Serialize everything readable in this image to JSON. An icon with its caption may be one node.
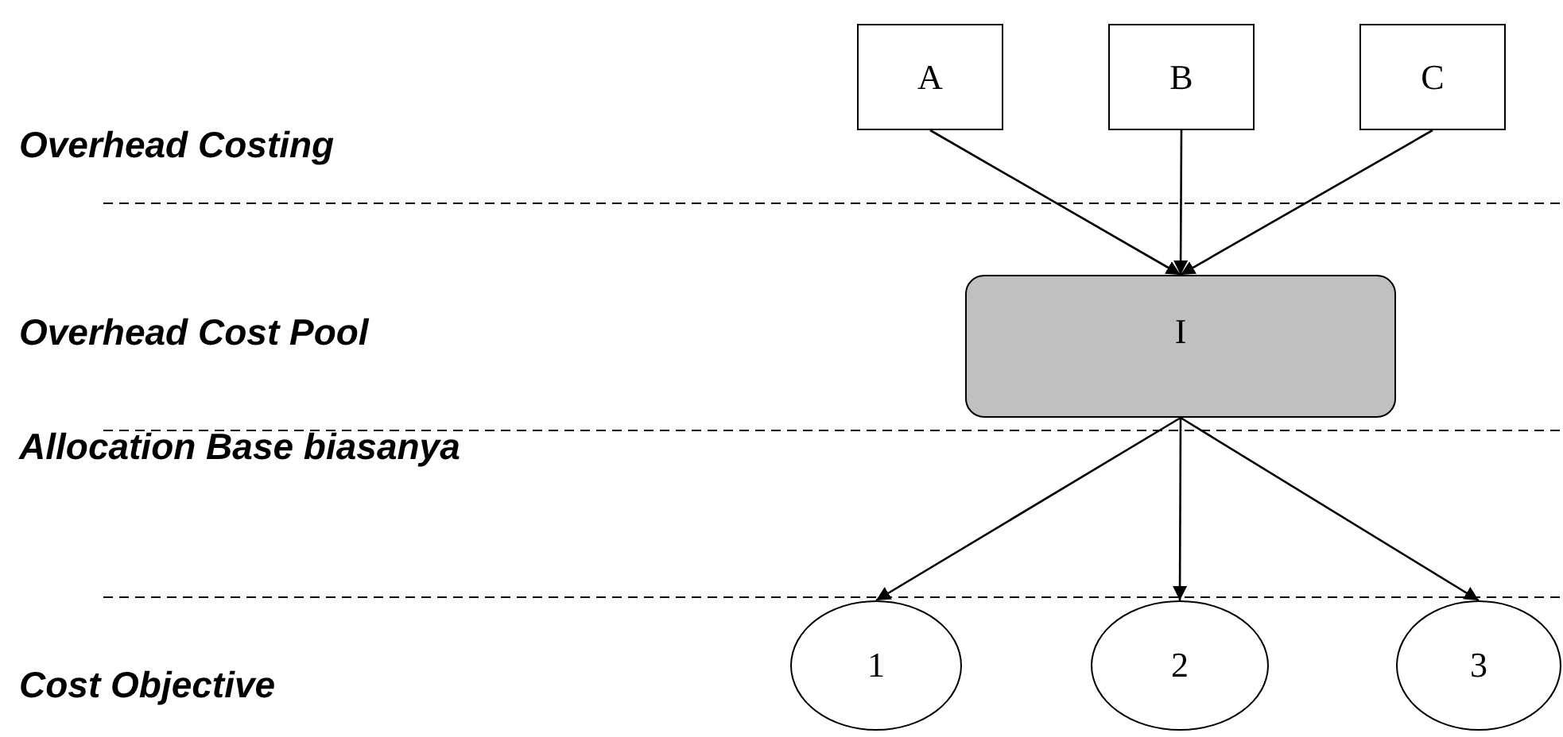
{
  "diagram": {
    "nodes": [
      {
        "text": [
          "A"
        ]
      },
      {
        "text": [
          "B"
        ]
      },
      {
        "text": [
          "C"
        ]
      },
      {
        "text": [
          "I"
        ]
      },
      {
        "text": [
          "1"
        ]
      },
      {
        "text": [
          "2"
        ]
      },
      {
        "text": [
          "3"
        ]
      }
    ],
    "edges": [
      {
        "from": 0,
        "to": 3,
        "arrow": "to"
      },
      {
        "from": 1,
        "to": 3,
        "arrow": "to"
      },
      {
        "from": 2,
        "to": 3,
        "arrow": "to"
      },
      {
        "from": 3,
        "to": 4,
        "arrow": "to"
      },
      {
        "from": 3,
        "to": 5,
        "arrow": "to"
      },
      {
        "from": 3,
        "to": 6,
        "arrow": "to"
      }
    ],
    "labels": [
      "Overhead Costing",
      "Overhead Cost Pool",
      "Allocation Base biasanya",
      "Cost Objective"
    ]
  }
}
